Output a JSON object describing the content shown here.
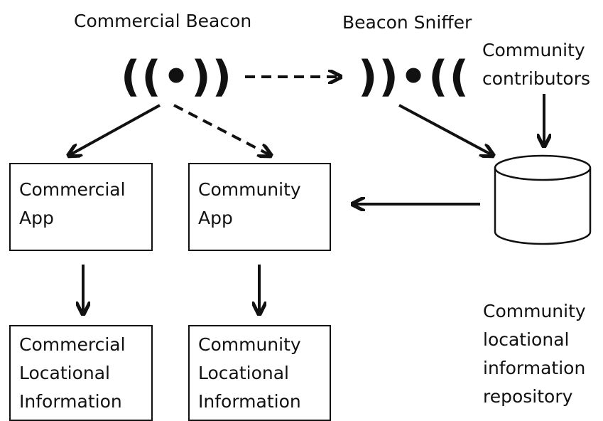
{
  "labels": {
    "commercial_beacon": "Commercial Beacon",
    "beacon_sniffer": "Beacon Sniffer",
    "community_contributors": "Community\ncontributors",
    "repository": "Community\nlocational\ninformation\nrepository"
  },
  "boxes": {
    "commercial_app": "Commercial\nApp",
    "community_app": "Community\nApp",
    "commercial_info": "Commercial\nLocational\nInformation",
    "community_info": "Community\nLocational\nInformation"
  },
  "glyphs": {
    "beacon": "((•))",
    "sniffer": "))•(("
  },
  "colors": {
    "ink": "#111111",
    "background": "#ffffff"
  }
}
